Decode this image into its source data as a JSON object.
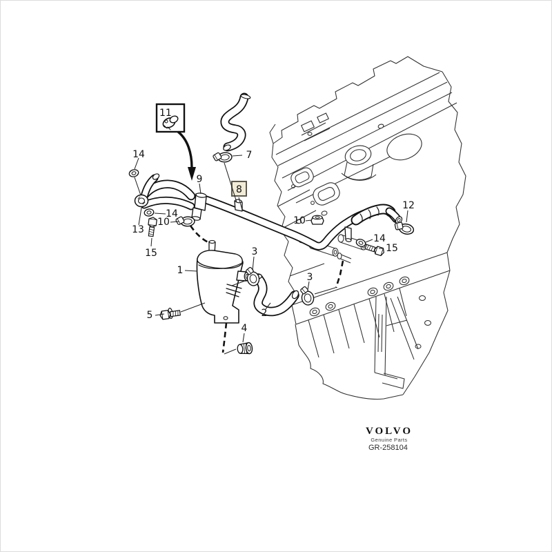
{
  "document": {
    "type": "parts-diagram",
    "brand": "VOLVO",
    "brand_tagline": "Genuine Parts",
    "figure_number": "GR-258104",
    "highlighted_callout": "8",
    "highlight_fill": "#f2ecd7",
    "highlight_border": "#5d5a4c",
    "line_color": "#111111"
  },
  "callouts": [
    {
      "ref": "11",
      "text": "11",
      "style": "boxed-with-arrow"
    },
    {
      "ref": "14",
      "text": "14",
      "position": "upper-left-washer"
    },
    {
      "ref": "13",
      "text": "13",
      "position": "left-junction-bolt"
    },
    {
      "ref": "14",
      "text": "14",
      "position": "left-mid-washer"
    },
    {
      "ref": "10",
      "text": "10",
      "position": "left-clamp"
    },
    {
      "ref": "15",
      "text": "15",
      "position": "left-bolt"
    },
    {
      "ref": "9",
      "text": "9",
      "position": "pipe-sleeve"
    },
    {
      "ref": "7",
      "text": "7",
      "position": "upper-hose-clamp"
    },
    {
      "ref": "8",
      "text": "8",
      "style": "highlighted",
      "position": "breather-pipe"
    },
    {
      "ref": "10",
      "text": "10",
      "position": "right-nut"
    },
    {
      "ref": "12",
      "text": "12",
      "position": "right-end-clamp"
    },
    {
      "ref": "14",
      "text": "14",
      "position": "right-washer"
    },
    {
      "ref": "15",
      "text": "15",
      "position": "right-bolt"
    },
    {
      "ref": "1",
      "text": "1",
      "position": "oil-trap-canister"
    },
    {
      "ref": "3",
      "text": "3",
      "position": "upper-hose-clamp-canister"
    },
    {
      "ref": "3",
      "text": "3",
      "position": "lower-hose-clamp-engine"
    },
    {
      "ref": "2",
      "text": "2",
      "position": "elbow-hose"
    },
    {
      "ref": "5",
      "text": "5",
      "position": "canister-bolt"
    },
    {
      "ref": "4",
      "text": "4",
      "position": "bushing"
    }
  ]
}
